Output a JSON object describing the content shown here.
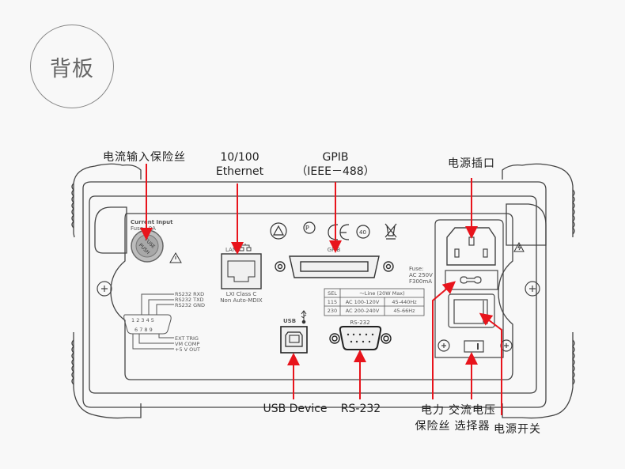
{
  "title": "背板",
  "callouts": {
    "current_fuse": "电流输入保险丝",
    "ethernet_line1": "10/100",
    "ethernet_line2": "Ethernet",
    "gpib_line1": "GPIB",
    "gpib_line2": "（IEEE－488）",
    "power_socket": "电源插口",
    "usb_device": "USB Device",
    "rs232": "RS-232",
    "power_fuse_line1": "电力",
    "power_fuse_line2": "保险丝",
    "voltage_selector_line1": "交流电压",
    "voltage_selector_line2": "选择器",
    "power_switch": "电源开关"
  },
  "panel_text": {
    "current_input": "Current Input",
    "fuse_rating": "Fuse 10A",
    "fuse_cap_top": "FUSE",
    "fuse_cap_bottom": "PUSH",
    "lan": "LAN",
    "lxi_class": "LXI Class C",
    "auto_mdix": "Non Auto-MDIX",
    "gpib": "GPIB",
    "usb": "USB",
    "rs232": "RS-232",
    "pins_top": "1 2 3 4 5",
    "pins_bottom": "6 7 8 9",
    "pin_rxd": "RS232 RXD",
    "pin_txd": "RS232 TXD",
    "pin_gnd": "RS232 GND",
    "pin_ext_trig": "EXT TRIG",
    "pin_vm_comp": "VM COMP",
    "pin_5v": "+5 V OUT",
    "power_fuse_label": "Fuse:",
    "power_fuse_voltage": "AC 250V",
    "power_fuse_current": "F300mA",
    "cert_40": "40"
  },
  "voltage_table": {
    "headers": [
      "SEL",
      "～Line (20W Max)"
    ],
    "rows": [
      [
        "115",
        "AC 100-120V",
        "45-440Hz"
      ],
      [
        "230",
        "AC 200-240V",
        "45-66Hz"
      ]
    ]
  },
  "colors": {
    "arrow": "#e8141c",
    "outline": "#444444",
    "text": "#222222"
  }
}
